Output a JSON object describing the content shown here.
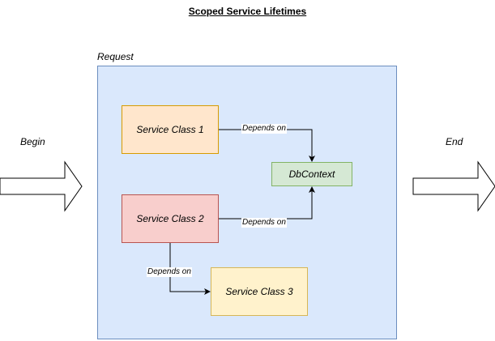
{
  "title": "Scoped Service Lifetimes",
  "container_label": "Request",
  "begin_label": "Begin",
  "end_label": "End",
  "nodes": {
    "service1": "Service Class 1",
    "service2": "Service Class 2",
    "service3": "Service Class 3",
    "dbcontext": "DbContext"
  },
  "edges": {
    "s1_db": "Depends on",
    "s2_db": "Depends on",
    "s2_s3": "Depends on"
  }
}
